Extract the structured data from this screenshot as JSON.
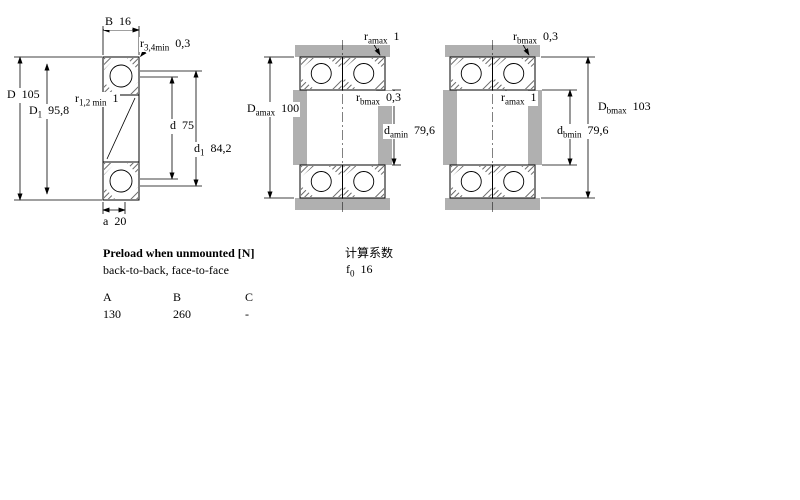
{
  "single_bearing": {
    "B": {
      "sym": "B",
      "value": "16"
    },
    "r34": {
      "sym": "r",
      "sub": "3,4min",
      "value": "0,3"
    },
    "D": {
      "sym": "D",
      "value": "105"
    },
    "r12": {
      "sym": "r",
      "sub": "1,2 min",
      "value": "1"
    },
    "D1": {
      "sym": "D",
      "sub": "1",
      "value": "95,8"
    },
    "d": {
      "sym": "d",
      "value": "75"
    },
    "d1": {
      "sym": "d",
      "sub": "1",
      "value": "84,2"
    },
    "a": {
      "sym": "a",
      "value": "20"
    }
  },
  "back_to_back": {
    "ramax": {
      "sym": "r",
      "sub": "amax",
      "value": "1"
    },
    "Damax": {
      "sym": "D",
      "sub": "amax",
      "value": "100"
    },
    "rbmax": {
      "sym": "r",
      "sub": "bmax",
      "value": "0,3"
    },
    "damin": {
      "sym": "d",
      "sub": "amin",
      "value": "79,6"
    }
  },
  "face_to_face": {
    "rbmax": {
      "sym": "r",
      "sub": "bmax",
      "value": "0,3"
    },
    "ramax": {
      "sym": "r",
      "sub": "amax",
      "value": "1"
    },
    "Dbmax": {
      "sym": "D",
      "sub": "bmax",
      "value": "103"
    },
    "dbmin": {
      "sym": "d",
      "sub": "bmin",
      "value": "79,6"
    }
  },
  "preload": {
    "title": "Preload when unmounted [N]",
    "subtitle": "back-to-back, face-to-face",
    "col_a": "A",
    "col_b": "B",
    "col_c": "C",
    "val_a": "130",
    "val_b": "260",
    "val_c": "-"
  },
  "calc": {
    "title": "计算系数",
    "f0": {
      "sym": "f",
      "sub": "0",
      "value": "16"
    }
  }
}
